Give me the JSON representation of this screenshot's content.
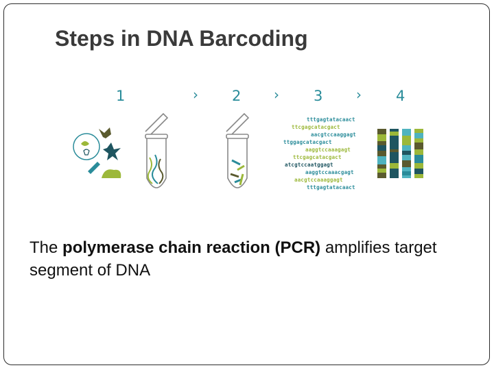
{
  "slide": {
    "title": "Steps in DNA Barcoding",
    "steps": [
      "1",
      "2",
      "3",
      "4"
    ],
    "chevron": "›",
    "sequences": [
      {
        "text": "tttgagtatacaact",
        "color": "#2a8c9a"
      },
      {
        "text": "ttcgagcatacgact",
        "color": "#9cb83a"
      },
      {
        "text": "aacgtccaaggagt",
        "color": "#2a8c9a"
      },
      {
        "text": "ttggagcatacgact",
        "color": "#2a8c9a"
      },
      {
        "text": "aaggtccaaagagt",
        "color": "#9cb83a"
      },
      {
        "text": "ttcgagcatacgact",
        "color": "#9cb83a"
      },
      {
        "text": "atcgtccaatggagt",
        "color": "#1e5560"
      },
      {
        "text": "aaggtccaaacgagt",
        "color": "#2a8c9a"
      },
      {
        "text": "aacgtccaaaggagt",
        "color": "#9cb83a"
      },
      {
        "text": "tttgagtatacaact",
        "color": "#2a8c9a"
      }
    ],
    "body": {
      "prefix": "The ",
      "bold": "polymerase chain reaction (PCR)",
      "suffix": " amplifies target segment of DNA"
    },
    "colors": {
      "teal": "#2a8c9a",
      "dark_teal": "#1e5560",
      "lime": "#9cb83a",
      "olive": "#5a5a2e",
      "light_teal": "#4fb3bf"
    }
  }
}
